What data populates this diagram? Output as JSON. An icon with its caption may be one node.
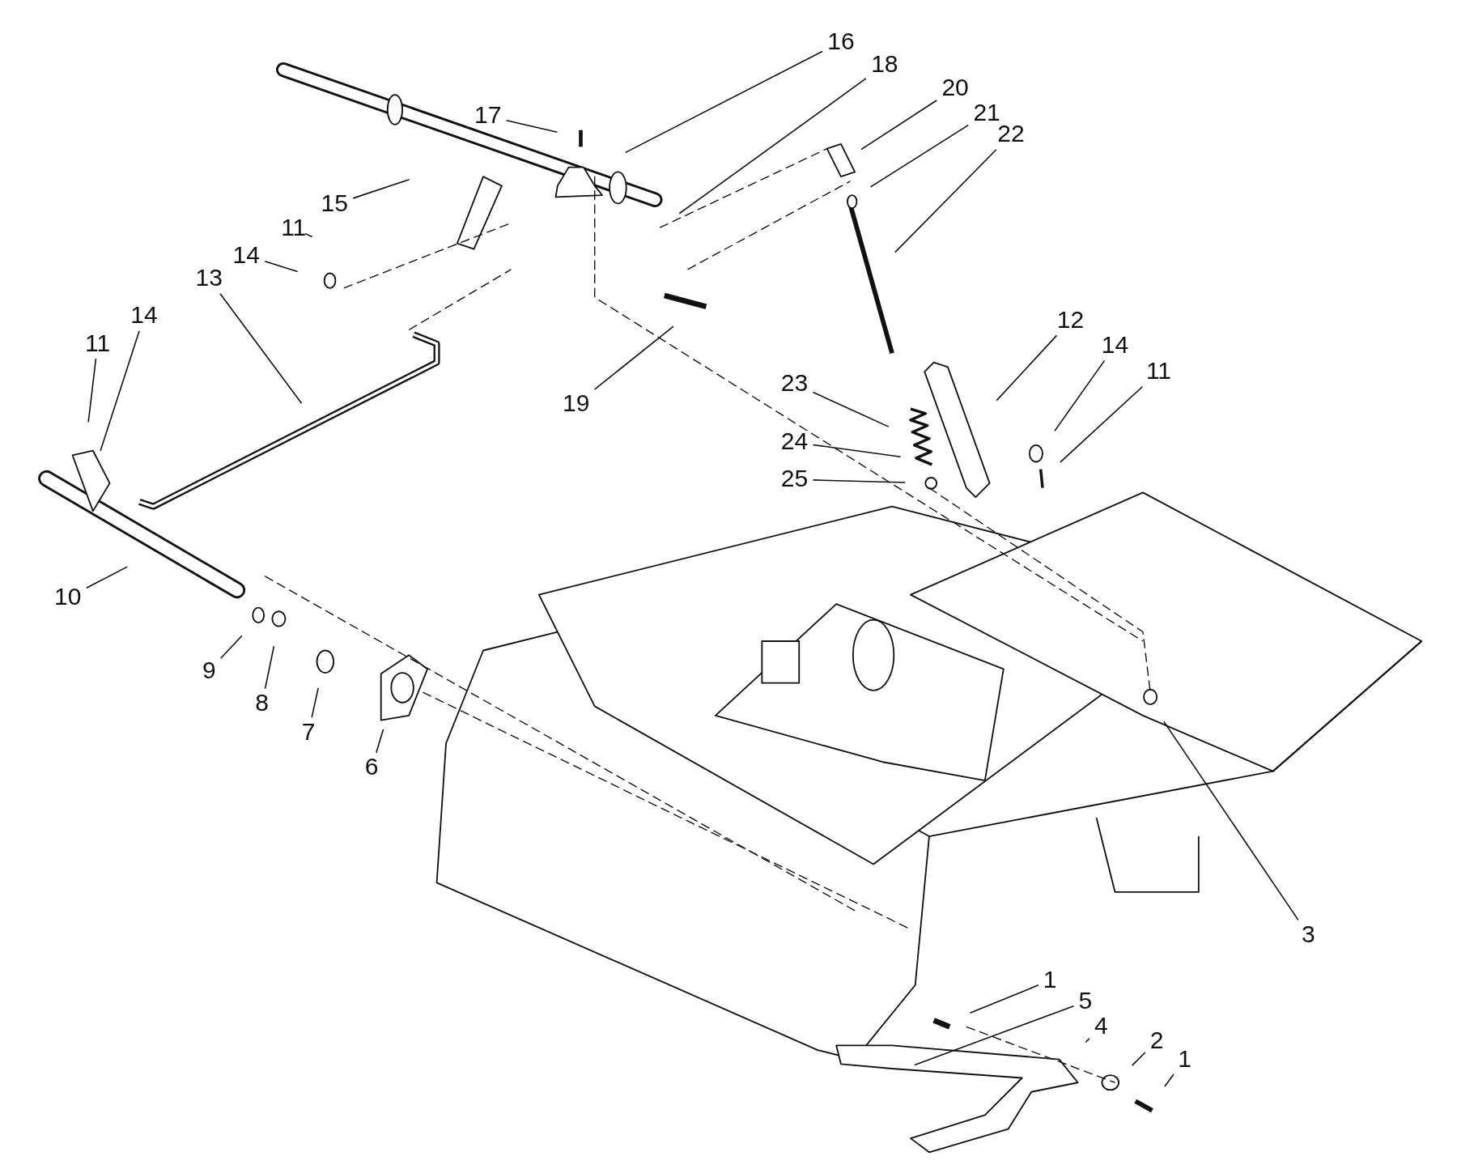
{
  "diagram": {
    "nodes": [
      {
        "text": [
          "16"
        ]
      },
      {
        "text": [
          "18"
        ]
      },
      {
        "text": [
          "17"
        ]
      },
      {
        "text": [
          "20"
        ]
      },
      {
        "text": [
          "21"
        ]
      },
      {
        "text": [
          "22"
        ]
      },
      {
        "text": [
          "15"
        ]
      },
      {
        "text": [
          "11"
        ]
      },
      {
        "text": [
          "14"
        ]
      },
      {
        "text": [
          "13"
        ]
      },
      {
        "text": [
          "14"
        ]
      },
      {
        "text": [
          "11"
        ]
      },
      {
        "text": [
          "19"
        ]
      },
      {
        "text": [
          "12"
        ]
      },
      {
        "text": [
          "14"
        ]
      },
      {
        "text": [
          "11"
        ]
      },
      {
        "text": [
          "23"
        ]
      },
      {
        "text": [
          "24"
        ]
      },
      {
        "text": [
          "25"
        ]
      },
      {
        "text": [
          "10"
        ]
      },
      {
        "text": [
          "9"
        ]
      },
      {
        "text": [
          "8"
        ]
      },
      {
        "text": [
          "7"
        ]
      },
      {
        "text": [
          "6"
        ]
      },
      {
        "text": [
          "3"
        ]
      },
      {
        "text": [
          "1"
        ]
      },
      {
        "text": [
          "5"
        ]
      },
      {
        "text": [
          "4"
        ]
      },
      {
        "text": [
          "2"
        ]
      },
      {
        "text": [
          "1"
        ]
      }
    ],
    "edges": [
      {
        "from": 0,
        "to": null,
        "arrow": "none"
      },
      {
        "from": 1,
        "to": null,
        "arrow": "none"
      },
      {
        "from": 2,
        "to": null,
        "arrow": "none"
      },
      {
        "from": 3,
        "to": null,
        "arrow": "none"
      },
      {
        "from": 4,
        "to": null,
        "arrow": "none"
      },
      {
        "from": 5,
        "to": null,
        "arrow": "none"
      },
      {
        "from": 6,
        "to": null,
        "arrow": "none"
      },
      {
        "from": 7,
        "to": null,
        "arrow": "none"
      },
      {
        "from": 8,
        "to": null,
        "arrow": "none"
      },
      {
        "from": 9,
        "to": null,
        "arrow": "none"
      },
      {
        "from": 10,
        "to": null,
        "arrow": "none"
      },
      {
        "from": 11,
        "to": null,
        "arrow": "none"
      },
      {
        "from": 12,
        "to": null,
        "arrow": "none"
      },
      {
        "from": 13,
        "to": null,
        "arrow": "none"
      },
      {
        "from": 14,
        "to": null,
        "arrow": "none"
      },
      {
        "from": 15,
        "to": null,
        "arrow": "none"
      },
      {
        "from": 16,
        "to": null,
        "arrow": "none"
      },
      {
        "from": 17,
        "to": null,
        "arrow": "none"
      },
      {
        "from": 18,
        "to": null,
        "arrow": "none"
      },
      {
        "from": 19,
        "to": null,
        "arrow": "none"
      },
      {
        "from": 20,
        "to": null,
        "arrow": "none"
      },
      {
        "from": 21,
        "to": null,
        "arrow": "none"
      },
      {
        "from": 22,
        "to": null,
        "arrow": "none"
      },
      {
        "from": 23,
        "to": null,
        "arrow": "none"
      },
      {
        "from": 24,
        "to": null,
        "arrow": "none"
      },
      {
        "from": 25,
        "to": null,
        "arrow": "none"
      },
      {
        "from": 26,
        "to": null,
        "arrow": "none"
      },
      {
        "from": 27,
        "to": null,
        "arrow": "none"
      },
      {
        "from": 28,
        "to": null,
        "arrow": "none"
      },
      {
        "from": 29,
        "to": null,
        "arrow": "none"
      }
    ]
  }
}
